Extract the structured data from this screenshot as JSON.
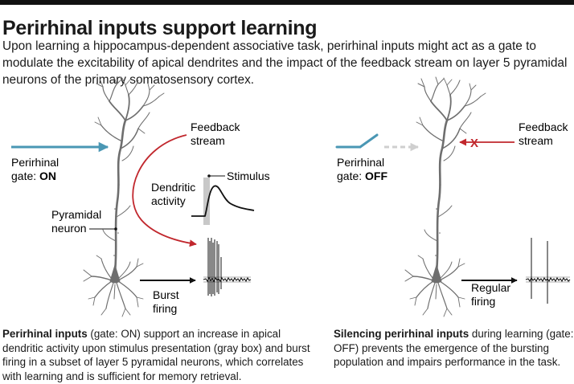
{
  "header": {
    "title": "Perirhinal inputs support learning",
    "intro": "Upon learning a hippocampus-dependent associative task, perirhinal inputs might act as a gate to modulate the excitability of apical dendrites and the impact of the feedback stream on layer 5 pyramidal neurons of the primary somatosensory cortex."
  },
  "left_panel": {
    "gate_label_line1": "Perirhinal",
    "gate_label_prefix": "gate: ",
    "gate_state": "ON",
    "feedback_line1": "Feedback",
    "feedback_line2": "stream",
    "stimulus": "Stimulus",
    "dendritic_line1": "Dendritic",
    "dendritic_line2": "activity",
    "pyramidal_line1": "Pyramidal",
    "pyramidal_line2": "neuron",
    "firing_line1": "Burst",
    "firing_line2": "firing"
  },
  "right_panel": {
    "gate_label_line1": "Perirhinal",
    "gate_label_prefix": "gate: ",
    "gate_state": "OFF",
    "feedback_line1": "Feedback",
    "feedback_line2": "stream",
    "block_mark": "X",
    "firing_line1": "Regular",
    "firing_line2": "firing"
  },
  "captions": {
    "left_bold": "Perirhinal inputs",
    "left_text": " (gate: ON) support an increase in apical dendritic activity upon stimulus presentation (gray box) and burst firing in a subset of layer 5 pyramidal neurons, which correlates with learning and is sufficient for memory retrieval.",
    "right_bold": "Silencing perirhinal inputs",
    "right_text": " during learning (gate: OFF) prevents the emergence of the bursting population and impairs performance in the task."
  },
  "colors": {
    "gate_blue": "#4a97b4",
    "feedback_red": "#c1272d",
    "neuron_gray": "#6e6e6e",
    "stimulus_box": "#c8c8c8",
    "dashed_arrow": "#cfcfcf"
  }
}
